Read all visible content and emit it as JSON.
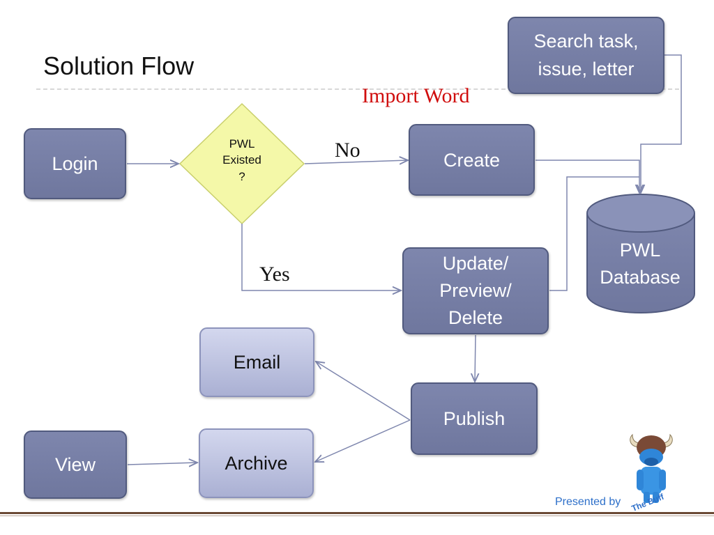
{
  "slide": {
    "title": "Solution Flow"
  },
  "flow": {
    "login": "Login",
    "decision": "PWL\nExisted\n?",
    "create": "Create",
    "search": "Search task,\nissue, letter",
    "import_word": "Import Word",
    "database": "PWL\nDatabase",
    "update": "Update/\nPreview/\nDelete",
    "publish": "Publish",
    "email": "Email",
    "archive": "Archive",
    "view": "View",
    "no_label": "No",
    "yes_label": "Yes"
  },
  "footer": {
    "presented_by": "Presented by",
    "logo_text": "The Buff"
  },
  "colors": {
    "box_fill": "#747ca3",
    "box_light_fill": "#c3c8e4",
    "decision_fill": "#f4f8a8",
    "connector": "#7e86ad",
    "import_word": "#d00d0d",
    "footer_line": "#6b4a35"
  }
}
